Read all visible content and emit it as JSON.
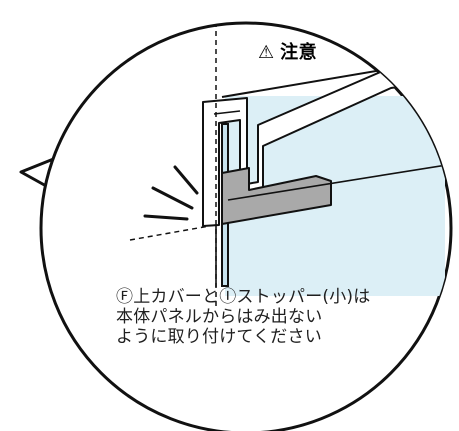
{
  "caution": {
    "icon": "warning-triangle-icon",
    "title": "注意"
  },
  "note": {
    "lines": [
      "Ⓕ上カバーとⒾストッパー(小)は",
      "本体パネルからはみ出ない",
      "ように取り付けてください"
    ]
  },
  "colors": {
    "outline": "#111111",
    "panel_fill": "#dceff6",
    "stopper_fill": "#a9a9a9",
    "background": "#ffffff"
  }
}
